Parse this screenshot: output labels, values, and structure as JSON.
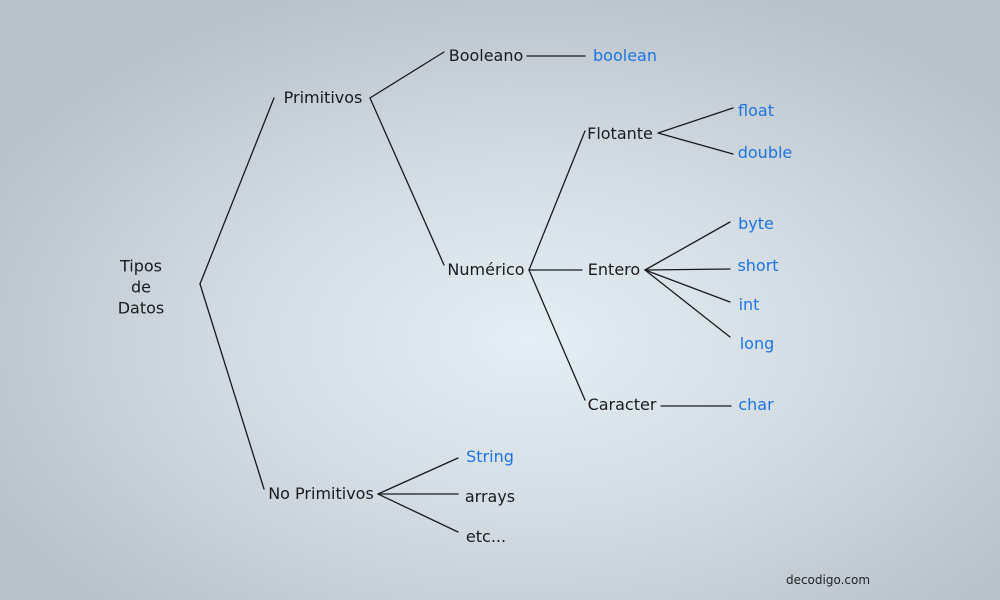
{
  "diagram": {
    "root": {
      "lines": [
        "Tipos",
        "de",
        "Datos"
      ]
    },
    "nodes": {
      "primitivos": "Primitivos",
      "no_primitivos": "No Primitivos",
      "booleano": "Booleano",
      "numerico": "Numérico",
      "boolean_kw": "boolean",
      "flotante": "Flotante",
      "entero": "Entero",
      "caracter": "Caracter",
      "float_kw": "float",
      "double_kw": "double",
      "byte_kw": "byte",
      "short_kw": "short",
      "int_kw": "int",
      "long_kw": "long",
      "char_kw": "char",
      "string_kw": "String",
      "arrays": "arrays",
      "etc": "etc..."
    }
  },
  "watermark": "decodigo.com",
  "colors": {
    "line": "#1a1a1a",
    "text": "#1b1b1b",
    "keyword": "#1f73e0",
    "bg_center": "#e4eff5",
    "bg_edge": "#b7c1c7"
  }
}
